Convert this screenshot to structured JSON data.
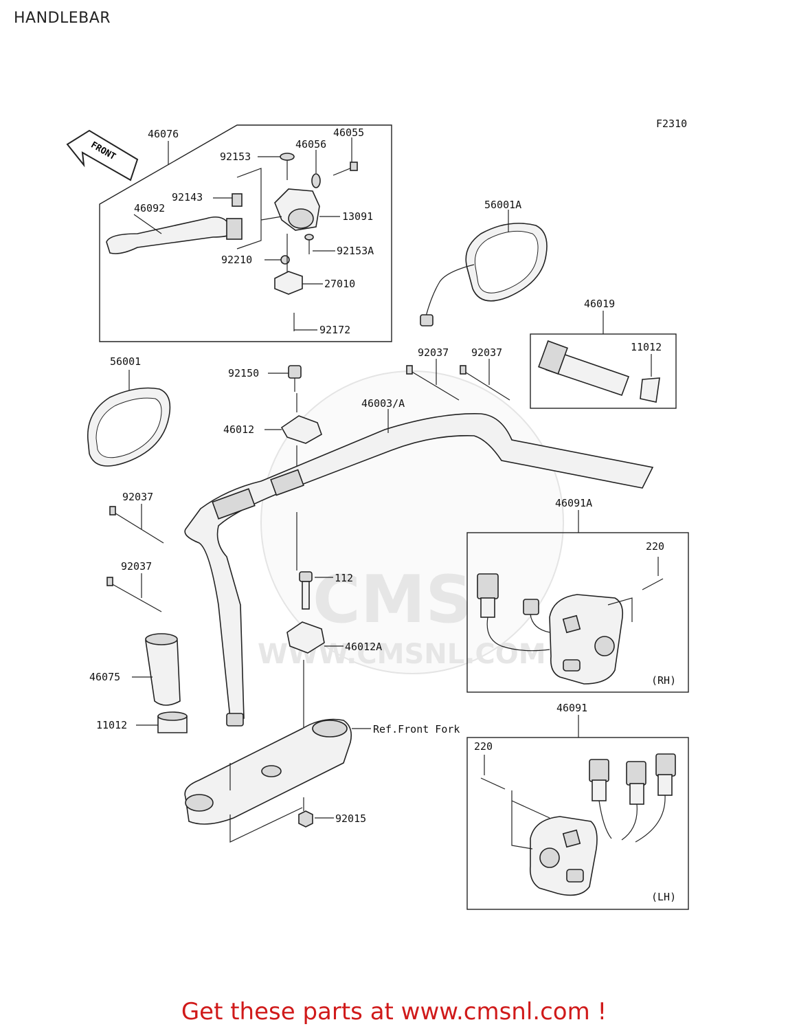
{
  "title": "HANDLEBAR",
  "figure_code": "F2310",
  "front_arrow_label": "FRONT",
  "watermark": {
    "logo": "CMS",
    "url": "WWW.CMSNL.COM"
  },
  "labels": {
    "p46076": "46076",
    "p46055": "46055",
    "p46056": "46056",
    "p92153": "92153",
    "p92143": "92143",
    "p46092": "46092",
    "p13091": "13091",
    "p92153A": "92153A",
    "p92210": "92210",
    "p27010": "27010",
    "p92172": "92172",
    "p56001A": "56001A",
    "p46019": "46019",
    "p11012_r": "11012",
    "p92037_a": "92037",
    "p92037_b": "92037",
    "p56001": "56001",
    "p92150": "92150",
    "p46003A": "46003/A",
    "p46012": "46012",
    "p92037_c": "92037",
    "p92037_d": "92037",
    "p46091A": "46091A",
    "p220_rh": "220",
    "p112": "112",
    "p46012A": "46012A",
    "p46075": "46075",
    "p11012_l": "11012",
    "ref_front_fork": "Ref.Front Fork",
    "rh": "(RH)",
    "p46091": "46091",
    "p220_lh": "220",
    "p92015": "92015",
    "lh": "(LH)"
  },
  "footer": "Get these parts at www.cmsnl.com !",
  "colors": {
    "footer": "#d01a1a",
    "line": "#222222",
    "watermark": "#e6e6e6"
  }
}
